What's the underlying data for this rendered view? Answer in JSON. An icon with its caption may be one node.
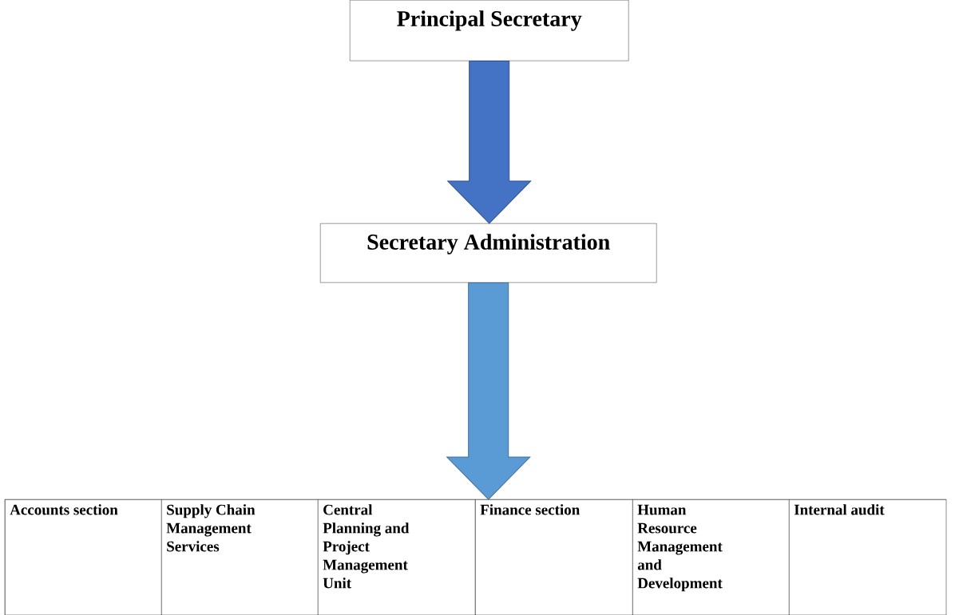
{
  "diagram": {
    "nodes": [
      {
        "text": [
          "Principal Secretary"
        ]
      },
      {
        "text": [
          "Secretary Administration"
        ]
      },
      {
        "text": [],
        "shape": "box"
      },
      {
        "text": [
          "Accounts section"
        ],
        "in": 2
      },
      {
        "text": [
          "Supply Chain Management Services"
        ],
        "in": 2
      },
      {
        "text": [
          "Central Planning and Project Management Unit"
        ],
        "in": 2
      },
      {
        "text": [
          "Finance section"
        ],
        "in": 2
      },
      {
        "text": [
          "Human Resource Management and Development"
        ],
        "in": 2
      },
      {
        "text": [
          "Internal audit"
        ],
        "in": 2
      }
    ],
    "edges": [
      {
        "from": 0,
        "to": 1,
        "arrow": "to",
        "color": "#4472c4"
      },
      {
        "from": 1,
        "to": 2,
        "arrow": "to",
        "color": "#5b9bd5"
      }
    ]
  }
}
